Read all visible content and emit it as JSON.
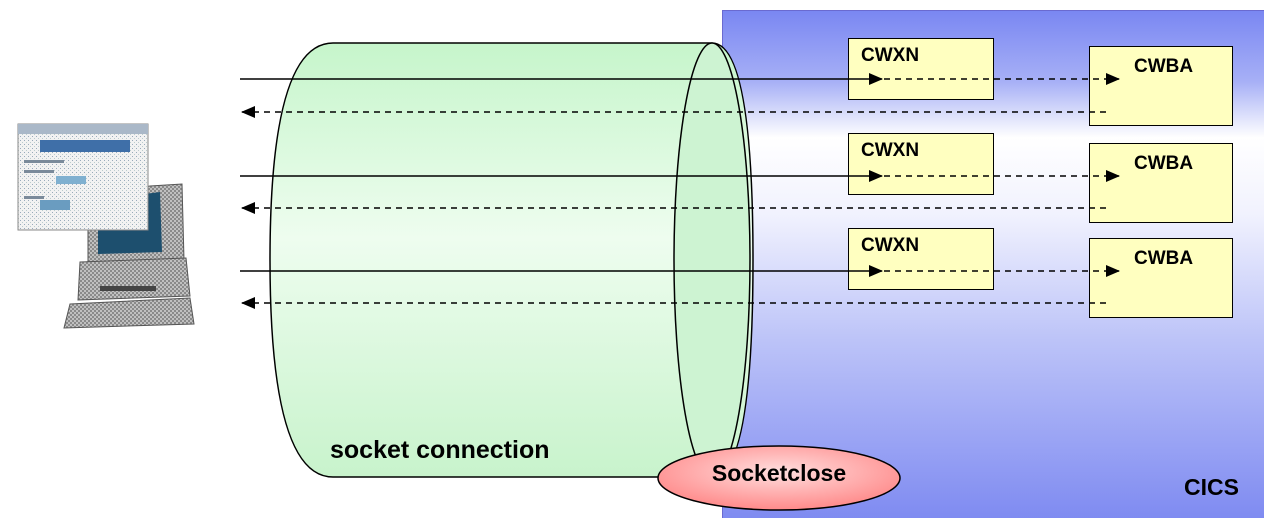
{
  "labels": {
    "socket_connection": "socket connection",
    "socketclose": "Socketclose",
    "cics": "CICS"
  },
  "transactions": [
    {
      "receiver": "CWXN",
      "worker": "CWBA"
    },
    {
      "receiver": "CWXN",
      "worker": "CWBA"
    },
    {
      "receiver": "CWXN",
      "worker": "CWBA"
    }
  ],
  "icons": {
    "client": "computer-with-browser-icon"
  },
  "colors": {
    "cics_region": "#7a87f2",
    "socket_tube": "#d3f9d6",
    "box_fill": "#ffffc0",
    "socketclose_fill": "#ffa4a4"
  }
}
